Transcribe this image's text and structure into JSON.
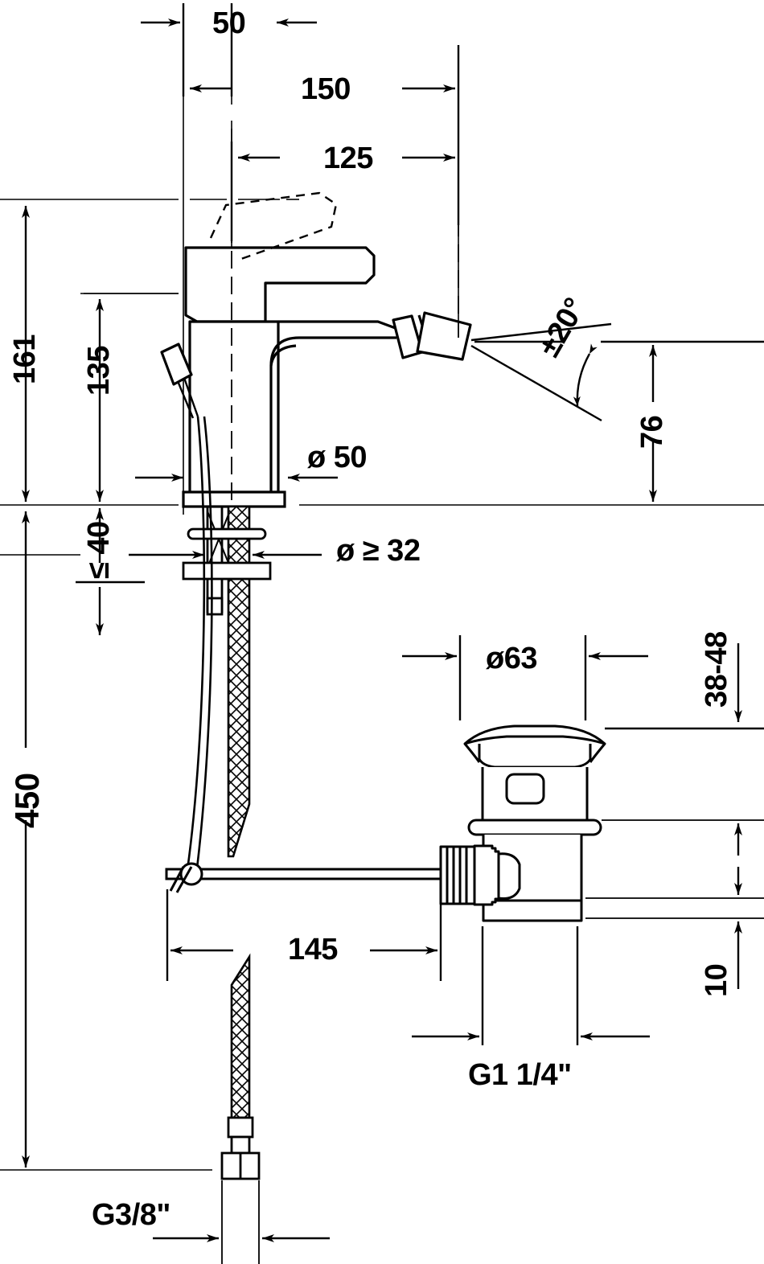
{
  "drawing": {
    "title": "Bidet single-lever mixer dimensional drawing",
    "units": "mm",
    "line_color": "#000000",
    "background": "#ffffff"
  },
  "dimensions": {
    "d50": "50",
    "d150": "150",
    "d125": "125",
    "d161": "161",
    "d135": "135",
    "d40": "≤ 40",
    "d450": "450",
    "d_o50": "ø 50",
    "d_o32": "ø ≥ 32",
    "d_angle": "±20°",
    "d76": "76",
    "d_o63": "ø63",
    "d3848": "38-48",
    "d145": "145",
    "d10": "10",
    "g114": "G1 1/4\"",
    "g38": "G3/8\""
  },
  "parts": {
    "mixer_body": "single-lever bidet mixer",
    "lever_handle": "lever handle",
    "aerator": "swivel aerator",
    "pop_up_rod": "pop-up waste pull rod",
    "pop_up_lever": "pop-up waste lever",
    "flex_hose": "flexible supply hose",
    "drain_valve": "pop-up waste valve body",
    "mounting_nut": "mounting nut",
    "washer": "washer"
  }
}
